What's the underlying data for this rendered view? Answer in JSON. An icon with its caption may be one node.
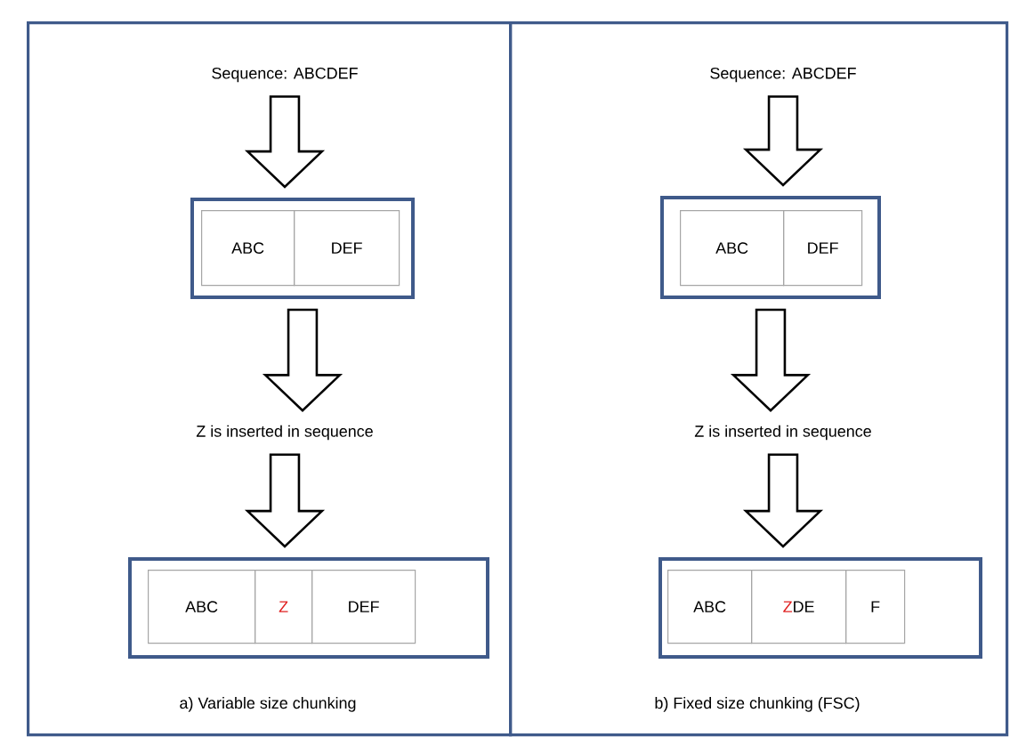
{
  "diagram": {
    "nodes": [
      {
        "text": [
          "a) Variable size chunking"
        ]
      },
      {
        "text": [
          "Sequence: ABCDEF"
        ],
        "in": 0
      },
      {
        "text": [],
        "shape": "box",
        "in": 0
      },
      {
        "text": [
          "ABC"
        ],
        "in": 2
      },
      {
        "text": [
          "DEF"
        ],
        "in": 2
      },
      {
        "text": [
          "Z is inserted in sequence"
        ],
        "in": 0
      },
      {
        "text": [],
        "shape": "box",
        "in": 0
      },
      {
        "text": [
          "ABC"
        ],
        "in": 6
      },
      {
        "text": [
          "Z"
        ],
        "in": 6
      },
      {
        "text": [
          "DEF"
        ],
        "in": 6
      },
      {
        "text": [
          "b) Fixed size chunking (FSC)"
        ]
      },
      {
        "text": [
          "Sequence: ABCDEF"
        ],
        "in": 10
      },
      {
        "text": [],
        "shape": "box",
        "in": 10
      },
      {
        "text": [
          "ABC"
        ],
        "in": 12
      },
      {
        "text": [
          "DEF"
        ],
        "in": 12
      },
      {
        "text": [
          "Z is inserted in sequence"
        ],
        "in": 10
      },
      {
        "text": [],
        "shape": "box",
        "in": 10
      },
      {
        "text": [
          "ABC"
        ],
        "in": 16
      },
      {
        "text": [
          "Z",
          "DE"
        ],
        "in": 16
      },
      {
        "text": [
          "F"
        ],
        "in": 16
      }
    ],
    "edges": [
      {
        "from": 1,
        "to": 2,
        "arrow": "to"
      },
      {
        "from": 2,
        "to": 5,
        "arrow": "to"
      },
      {
        "from": 5,
        "to": 6,
        "arrow": "to"
      },
      {
        "from": 11,
        "to": 12,
        "arrow": "to"
      },
      {
        "from": 12,
        "to": 15,
        "arrow": "to"
      },
      {
        "from": 15,
        "to": 16,
        "arrow": "to"
      }
    ]
  }
}
